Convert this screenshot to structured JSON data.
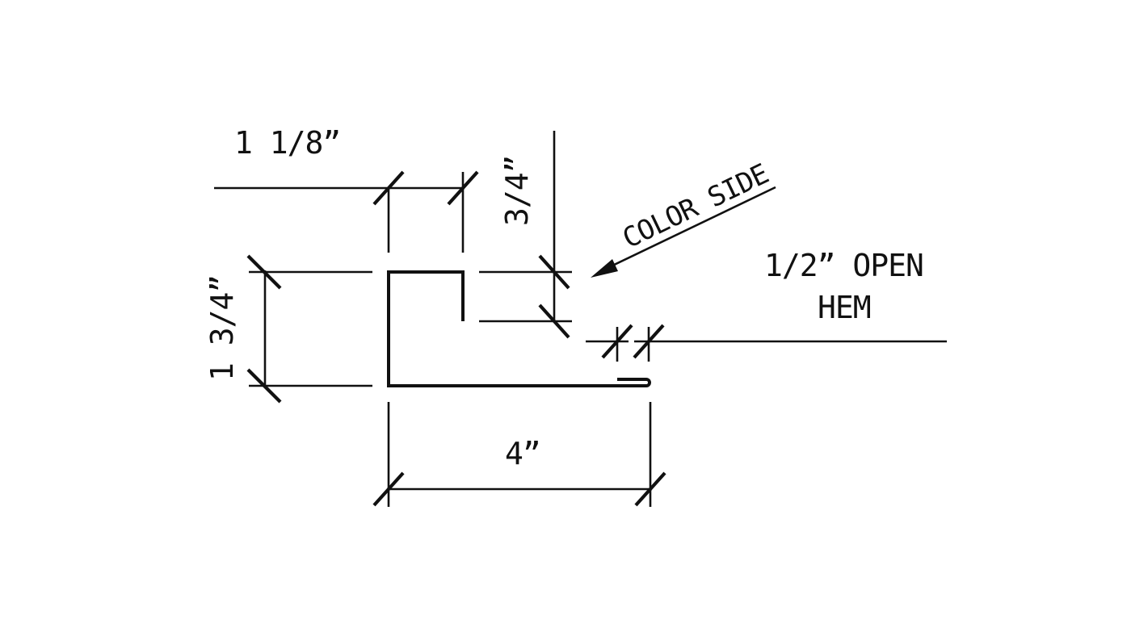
{
  "drawing": {
    "dimensions": {
      "top_width": "1 1/8”",
      "lip_height": "3/4”",
      "height": "1 3/4”",
      "bottom_width": "4”"
    },
    "callouts": {
      "color_side": "COLOR SIDE",
      "hem_line1": "1/2” OPEN",
      "hem_line2": "HEM"
    }
  }
}
